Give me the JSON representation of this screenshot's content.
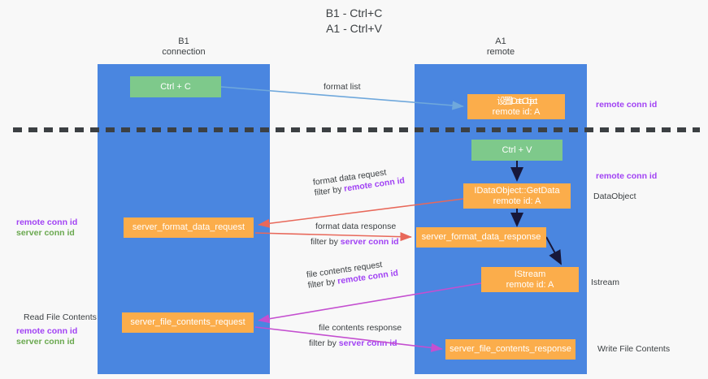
{
  "title": {
    "line1": "B1 - Ctrl+C",
    "line2": "A1 - Ctrl+V"
  },
  "lanes": [
    {
      "name": "b1",
      "title": "B1",
      "subtitle": "connection",
      "color": "#4a86e0"
    },
    {
      "name": "a1",
      "title": "A1",
      "subtitle": "remote",
      "color": "#4a86e0"
    }
  ],
  "colors": {
    "lane": "#4a86e0",
    "green_box": "#7ec98b",
    "orange_box": "#fbad4b",
    "remote_conn_id": "#a142f4",
    "server_conn_id": "#6aa84f",
    "format_arrow": "#e8685a",
    "file_arrow": "#c44fd0",
    "format_list_arrow": "#6fa8dc",
    "flow_arrow": "#1a1a2e",
    "divider": "#3c4043",
    "background": "#f8f8f8",
    "text": "#3c4043"
  },
  "boxes": {
    "ctrl_c": {
      "label": "Ctrl + C",
      "style": "green"
    },
    "ctrl_v": {
      "label": "Ctrl + V",
      "style": "green"
    },
    "idataobject": {
      "line1": "设置IDataObject",
      "line2": "remote id: A",
      "style": "orange"
    },
    "getdata": {
      "line1": "IDataObject::GetData",
      "line2": "remote id: A",
      "style": "orange"
    },
    "istream": {
      "line1": "IStream",
      "line2": "remote id: A",
      "style": "orange"
    },
    "server_format_data_request": {
      "label": "server_format_data_request",
      "style": "orange"
    },
    "server_format_data_response": {
      "label": "server_format_data_response",
      "style": "orange"
    },
    "server_file_contents_request": {
      "label": "server_file_contents_request",
      "style": "orange"
    },
    "server_file_contents_response": {
      "label": "server_file_contents_response",
      "style": "orange"
    }
  },
  "annotations": {
    "format_list": "format list",
    "format_data_request": {
      "line1": "format data request",
      "filter_prefix": "filter by ",
      "filter_key": "remote conn id"
    },
    "format_data_response": {
      "line1": "format data response",
      "filter_prefix": "filter by ",
      "filter_key": "server conn id"
    },
    "file_contents_request": {
      "line1": "file contents request",
      "filter_prefix": "filter by ",
      "filter_key": "remote conn id"
    },
    "file_contents_response": {
      "line1": "file contents response",
      "filter_prefix": "filter by ",
      "filter_key": "server conn id"
    }
  },
  "left_labels": {
    "mid_remote": "remote conn id",
    "mid_server": "server conn id",
    "read_file_contents": "Read File Contents",
    "low_remote": "remote conn id",
    "low_server": "server conn id"
  },
  "right_labels": {
    "top_remote": "remote conn id",
    "mid_remote": "remote conn id",
    "dataobject": "DataObject",
    "istream": "Istream",
    "write_file_contents": "Write File Contents"
  }
}
